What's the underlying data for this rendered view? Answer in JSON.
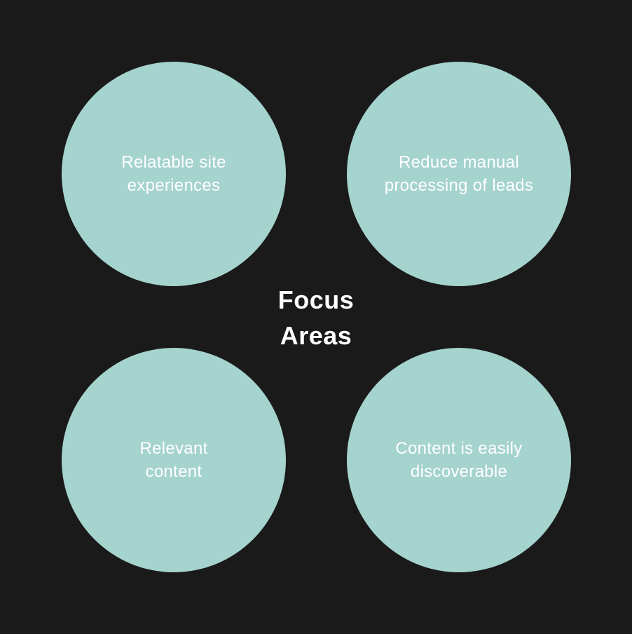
{
  "colors": {
    "background": "#1a1a1a",
    "circle-fill": "#a5d3ce",
    "text-color": "#ffffff"
  },
  "title": {
    "text": "Focus\nAreas"
  },
  "circles": [
    {
      "id": "relatable-site-experiences",
      "label": "Relatable site\nexperiences"
    },
    {
      "id": "reduce-manual-processing-of-leads",
      "label": "Reduce manual\nprocessing of leads"
    },
    {
      "id": "relevant-content",
      "label": "Relevant\ncontent"
    },
    {
      "id": "content-is-easily-discoverable",
      "label": "Content is easily\ndiscoverable"
    }
  ]
}
